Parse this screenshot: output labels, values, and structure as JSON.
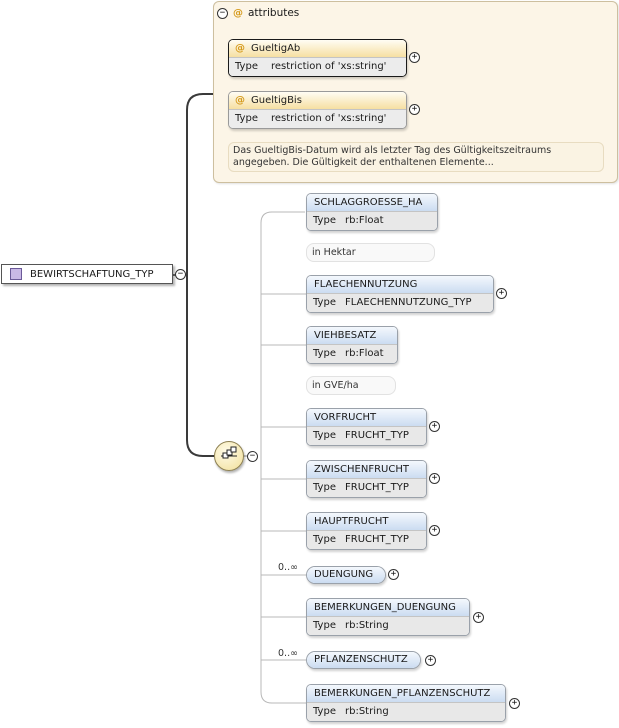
{
  "root": {
    "name": "BEWIRTSCHAFTUNG_TYP"
  },
  "attributes": {
    "header": "attributes",
    "items": [
      {
        "name": "GueltigAb",
        "type_label": "Type",
        "type": "restriction of 'xs:string'"
      },
      {
        "name": "GueltigBis",
        "type_label": "Type",
        "type": "restriction of 'xs:string'"
      }
    ],
    "annotation": {
      "line1": "Das GueltigBis-Datum wird als letzter Tag des Gültigkeitszeitraums",
      "line2": "angegeben. Die Gültigkeit der enthaltenen Elemente..."
    }
  },
  "elements": [
    {
      "name": "SCHLAGGROESSE_HA",
      "type_label": "Type",
      "type": "rb:Float",
      "annotation": "in Hektar"
    },
    {
      "name": "FLAECHENNUTZUNG",
      "type_label": "Type",
      "type": "FLAECHENNUTZUNG_TYP"
    },
    {
      "name": "VIEHBESATZ",
      "type_label": "Type",
      "type": "rb:Float",
      "annotation": "in GVE/ha"
    },
    {
      "name": "VORFRUCHT",
      "type_label": "Type",
      "type": "FRUCHT_TYP"
    },
    {
      "name": "ZWISCHENFRUCHT",
      "type_label": "Type",
      "type": "FRUCHT_TYP"
    },
    {
      "name": "HAUPTFRUCHT",
      "type_label": "Type",
      "type": "FRUCHT_TYP"
    },
    {
      "name": "DUENGUNG",
      "cardinality": "0..∞"
    },
    {
      "name": "BEMERKUNGEN_DUENGUNG",
      "type_label": "Type",
      "type": "rb:String"
    },
    {
      "name": "PFLANZENSCHUTZ",
      "cardinality": "0..∞"
    },
    {
      "name": "BEMERKUNGEN_PFLANZENSCHUTZ",
      "type_label": "Type",
      "type": "rb:String"
    }
  ],
  "icons": {
    "collapse": "minus-circle-icon",
    "expand": "plus-circle-icon",
    "attribute": "at-sign-icon",
    "sequence": "sequence-compositor-icon",
    "complex_type": "complex-type-icon"
  },
  "colors": {
    "element_header": "#cbdcf1",
    "attribute_header": "#f6dfa2",
    "attributes_panel": "#fcf5e7",
    "type_row": "#e8e8e8"
  }
}
